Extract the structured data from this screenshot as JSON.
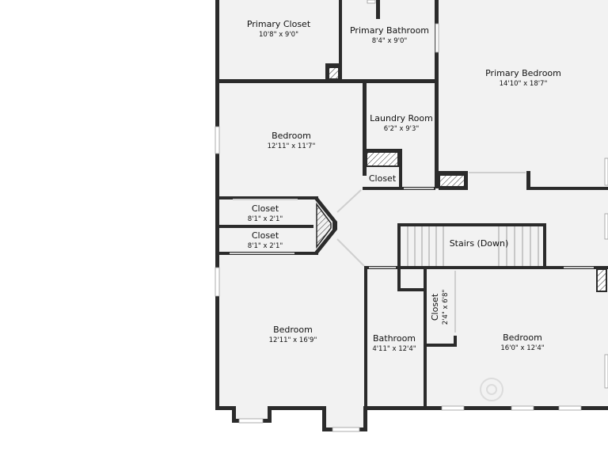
{
  "rooms": {
    "primary_closet": {
      "name": "Primary Closet",
      "dims": "10'8\" x 9'0\""
    },
    "primary_bath": {
      "name": "Primary Bathroom",
      "dims": "8'4\" x 9'0\""
    },
    "primary_bedroom": {
      "name": "Primary Bedroom",
      "dims": "14'10\" x 18'7\""
    },
    "laundry": {
      "name": "Laundry Room",
      "dims": "6'2\" x 9'3\""
    },
    "bedroom_top": {
      "name": "Bedroom",
      "dims": "12'11\" x 11'7\""
    },
    "closet_small": {
      "name": "Closet"
    },
    "closet_a": {
      "name": "Closet",
      "dims": "8'1\" x 2'1\""
    },
    "closet_b": {
      "name": "Closet",
      "dims": "8'1\" x 2'1\""
    },
    "stairs": {
      "name": "Stairs (Down)"
    },
    "bedroom_bottom": {
      "name": "Bedroom",
      "dims": "12'11\" x 16'9\""
    },
    "bathroom": {
      "name": "Bathroom",
      "dims": "4'11\" x 12'4\""
    },
    "closet_vertical": {
      "name": "Closet",
      "dims": "2'4\" x 6'8\""
    },
    "bedroom_right": {
      "name": "Bedroom",
      "dims": "16'0\" x 12'4\""
    }
  },
  "colors": {
    "wall": "#2b2b2b",
    "floor": "#f2f2f2",
    "background": "#ffffff"
  }
}
